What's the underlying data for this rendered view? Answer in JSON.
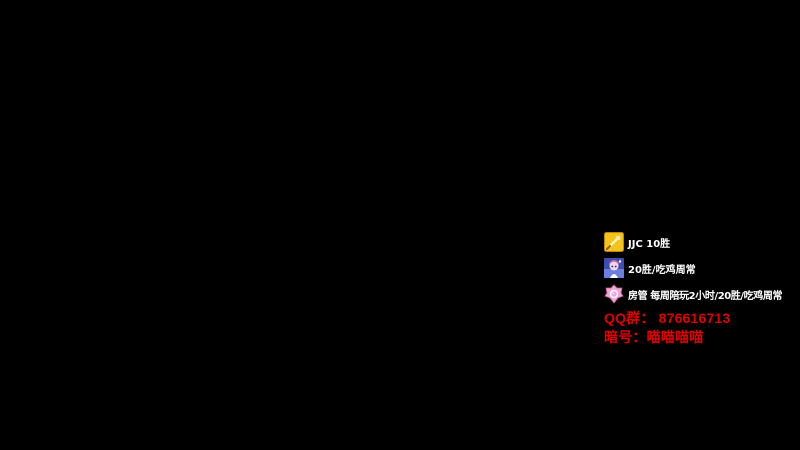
{
  "colors": {
    "background": "#000000",
    "badge_text": "#ffffff",
    "highlight_red": "#e00000"
  },
  "badges": [
    {
      "icon": "gold-sword-icon",
      "label": "JJC 10胜"
    },
    {
      "icon": "anime-avatar-icon",
      "label": "20胜/吃鸡周常"
    },
    {
      "icon": "room-manager-icon",
      "label": "房管 每周陪玩2小时/20胜/吃鸡周常"
    }
  ],
  "contact": {
    "qq_label": "QQ群：",
    "qq_number": "876616713",
    "password_label": "暗号：",
    "password_value": "喵喵喵喵"
  }
}
